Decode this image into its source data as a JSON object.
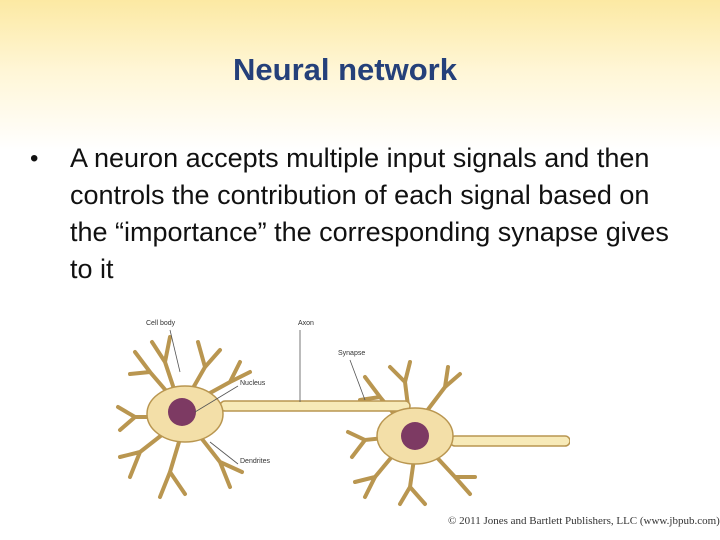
{
  "slide": {
    "title": "Neural network",
    "bullet": "A neuron accepts multiple input signals and then controls the contribution of each signal based on the “importance” the corresponding synapse gives to it",
    "bullet_marker": "•"
  },
  "figure": {
    "labels": {
      "cell_body": "Cell body",
      "axon": "Axon",
      "synapse": "Synapse",
      "nucleus": "Nucleus",
      "dendrites": "Dendrites"
    },
    "colors": {
      "cell": "#f3dfa8",
      "outline": "#b99650",
      "nucleus": "#7d3a63",
      "axon": "#f7eab8"
    }
  },
  "copyright": "© 2011 Jones and Bartlett Publishers, LLC (www.jbpub.com)"
}
